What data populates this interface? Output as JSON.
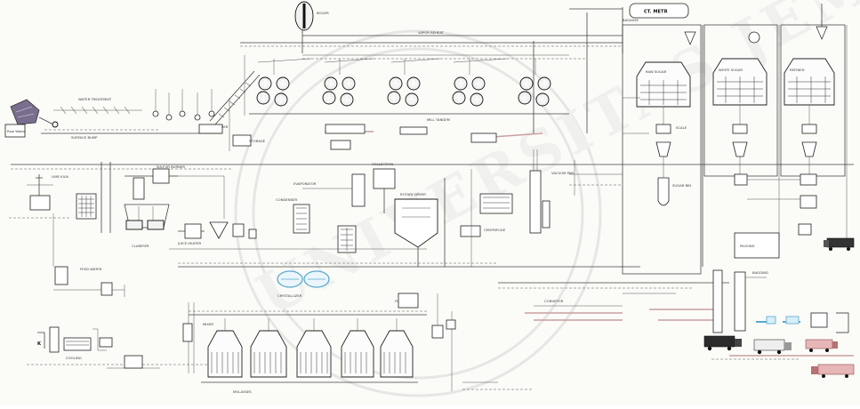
{
  "labels": {
    "ct_meter": "CT. METR",
    "raw_water": "Raw Water",
    "surface_pump": "SURFACE BUMP",
    "vapor_reheat": "VAPOR REHEAT",
    "inlet_storage": "STORAGE",
    "collection": "COLLECTION",
    "evaporator": "EVAPORATOR",
    "clarifier": "CLARIFIER",
    "centrifuge": "CENTRIFUGE",
    "rotary_dryer": "ROTARY DRYER",
    "condenser": "CONDENSER",
    "boiler": "BOILER",
    "lime_kiln": "LIME KILN",
    "sulfur_burner": "SULFUR BURNER",
    "vacuum_pan": "VACUUM PAN",
    "crystallizer": "CRYSTALLIZER",
    "sugar_bin": "SUGAR BIN",
    "sugar_silo_1": "RAW SUGAR",
    "sugar_silo_2": "WHITE SUGAR",
    "sugar_silo_3": "REFINED",
    "molasses_tank": "MOLASSES",
    "bagasse": "BAGASSE",
    "conveyor": "CONVEYOR",
    "mixer": "MIXER",
    "filter": "FILTER",
    "juice_heater": "JUICE HEATER",
    "packing": "PACKING",
    "scale": "SCALE",
    "bagging": "BAGGING",
    "mill_tandem": "MILL TANDEM",
    "cane_carrier": "CANE CARRIER",
    "water_treatment": "WATER TREATMENT",
    "cooling_tower": "COOLING",
    "feed_water": "FEED WATER"
  },
  "watermark": {
    "text": "UNIVERSITAS JEMBER"
  }
}
